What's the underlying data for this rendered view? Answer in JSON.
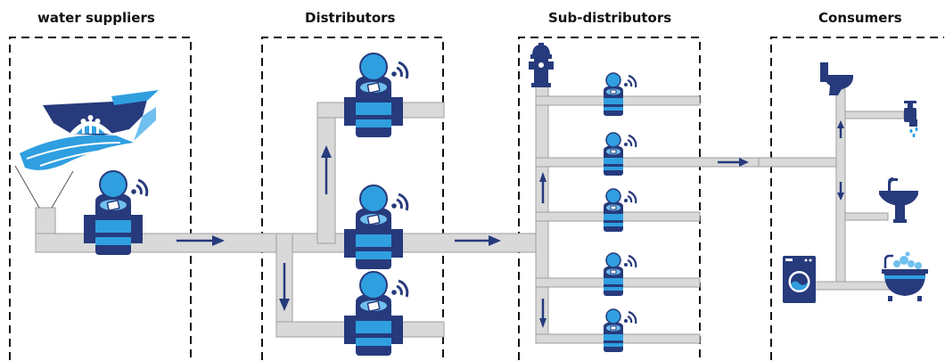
{
  "headings": {
    "water_suppliers": "water suppliers",
    "distributors": "Distributors",
    "sub_distributors": "Sub-distributors",
    "consumers": "Consumers"
  },
  "colors": {
    "navy": "#263a7c",
    "blue": "#2f9fe0",
    "light_blue": "#6fc0ee",
    "pipe": "#d9d9d9",
    "pipe_edge": "#9e9e9e",
    "arrow": "#263a7c",
    "border": "#111111"
  },
  "icons": {
    "smart_meter": "smart-water-meter-icon",
    "wifi": "wifi-signal-icon",
    "dam": "dam-icon",
    "hydrant": "fire-hydrant-icon",
    "toilet": "toilet-icon",
    "tap": "water-tap-icon",
    "sink": "sink-icon",
    "washing_machine": "washing-machine-icon",
    "bathtub": "bathtub-icon"
  }
}
